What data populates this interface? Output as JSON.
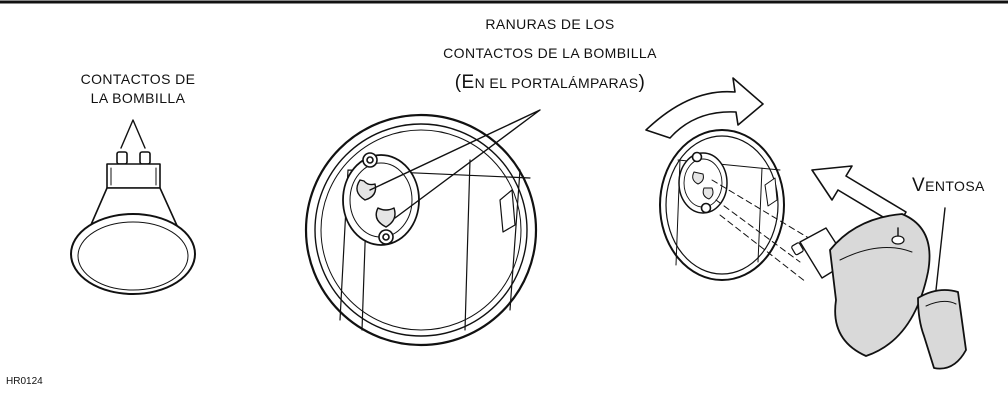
{
  "labels": {
    "bulb_contacts": [
      "CONTACTOS DE",
      "LA BOMBILLA"
    ],
    "slots": {
      "line1": "RANURAS DE LOS",
      "line2": "CONTACTOS DE LA BOMBILLA",
      "line3_open": "(",
      "line3_first": "E",
      "line3_rest": "N EL PORTALÁMPARAS",
      "line3_close": ")"
    },
    "suction_cup": {
      "first": "V",
      "rest": "ENTOSA"
    },
    "figure_code": "HR0124"
  }
}
